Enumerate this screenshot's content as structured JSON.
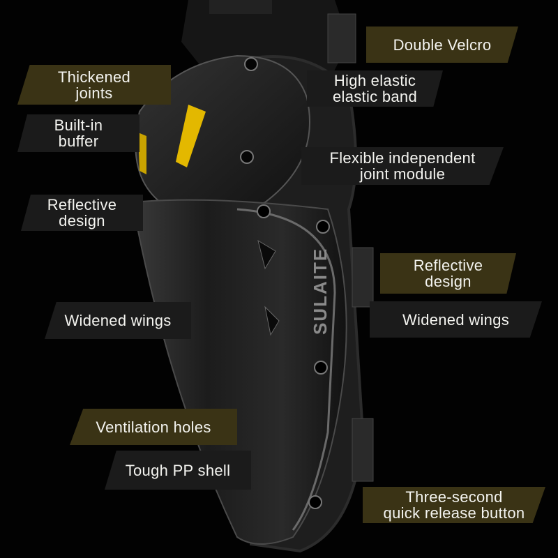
{
  "product": {
    "brand": "SULAITE",
    "accent_colors": {
      "gold_band": "#3a3315",
      "grey_band": "#1b1b1b",
      "reflective_yellow": "#e3b800",
      "background": "#020202"
    }
  },
  "callouts": {
    "left": [
      {
        "lines": [
          "Thickened",
          "joints"
        ],
        "style": "gold"
      },
      {
        "lines": [
          "Built-in",
          "buffer"
        ],
        "style": "grey"
      },
      {
        "lines": [
          "Reflective",
          "design"
        ],
        "style": "grey"
      },
      {
        "lines": [
          "Widened wings"
        ],
        "style": "grey"
      },
      {
        "lines": [
          "Ventilation holes"
        ],
        "style": "gold"
      },
      {
        "lines": [
          "Tough PP shell"
        ],
        "style": "grey"
      }
    ],
    "right": [
      {
        "lines": [
          "Double Velcro"
        ],
        "style": "gold"
      },
      {
        "lines": [
          "High elastic",
          "elastic band"
        ],
        "style": "grey"
      },
      {
        "lines": [
          "Flexible independent",
          "joint module"
        ],
        "style": "grey"
      },
      {
        "lines": [
          "Reflective",
          "design"
        ],
        "style": "gold"
      },
      {
        "lines": [
          "Widened wings"
        ],
        "style": "grey"
      },
      {
        "lines": [
          "Three-second",
          "quick release button"
        ],
        "style": "gold"
      }
    ]
  }
}
